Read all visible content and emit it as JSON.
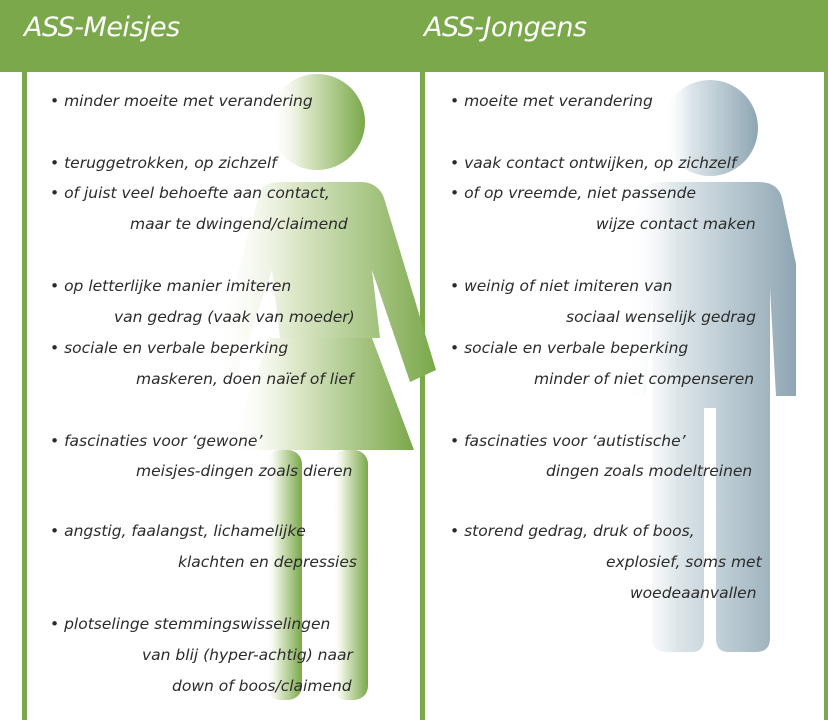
{
  "header": {
    "left_title": "ASS-Meisjes",
    "right_title": "ASS-Jongens"
  },
  "colors": {
    "green": "#7aa84a",
    "blue_grey": "#9fb4bf"
  },
  "icons": {
    "left_figure": "female-figure-icon",
    "right_figure": "male-figure-icon"
  },
  "girls": {
    "items": [
      {
        "lines": [
          "minder moeite met verandering"
        ]
      },
      {
        "lines": [
          "teruggetrokken, op zichzelf"
        ]
      },
      {
        "lines": [
          "of juist veel behoefte aan contact,",
          "maar te dwingend/claimend"
        ]
      },
      {
        "lines": [
          "op letterlijke manier imiteren",
          "van gedrag (vaak van moeder)"
        ]
      },
      {
        "lines": [
          "sociale en verbale beperking",
          "maskeren, doen naïef of lief"
        ]
      },
      {
        "lines": [
          "fascinaties voor ‘gewone’",
          "meisjes-dingen zoals dieren"
        ]
      },
      {
        "lines": [
          "angstig, faalangst, lichamelijke",
          "klachten en depressies"
        ]
      },
      {
        "lines": [
          "plotselinge stemmingswisselingen",
          "van blij (hyper-achtig) naar",
          "down of boos/claimend"
        ]
      }
    ]
  },
  "boys": {
    "items": [
      {
        "lines": [
          "moeite met verandering"
        ]
      },
      {
        "lines": [
          "vaak contact ontwijken, op zichzelf"
        ]
      },
      {
        "lines": [
          "of op vreemde, niet passende",
          "wijze contact maken"
        ]
      },
      {
        "lines": [
          "weinig of niet imiteren van",
          "sociaal wenselijk gedrag"
        ]
      },
      {
        "lines": [
          "sociale en verbale beperking",
          "minder of niet compenseren"
        ]
      },
      {
        "lines": [
          "fascinaties voor ‘autistische’",
          "dingen zoals modeltreinen"
        ]
      },
      {
        "lines": [
          "storend gedrag, druk of boos,",
          "explosief, soms met",
          "woedeaanvallen"
        ]
      }
    ]
  }
}
